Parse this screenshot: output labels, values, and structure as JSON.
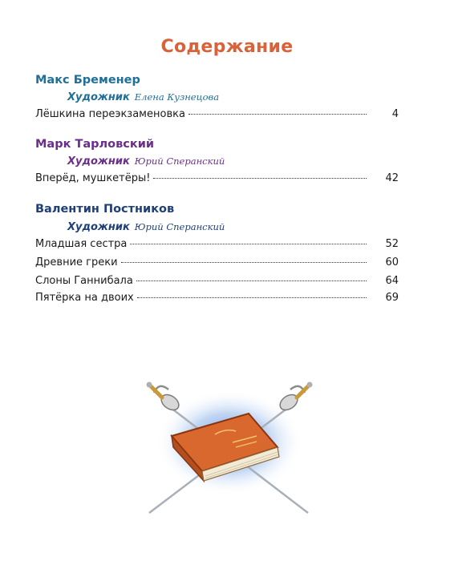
{
  "title": "Содержание",
  "colors": {
    "title": "#d9623a",
    "section1": "#1e6f9a",
    "section2": "#6a2f8a",
    "section3": "#1f3f7a"
  },
  "sections": [
    {
      "author": "Макс Бременер",
      "artist_label": "Художник",
      "artist_name": "Елена Кузнецова",
      "entries": [
        {
          "title": "Лёшкина переэкзаменовка",
          "page": "4"
        }
      ]
    },
    {
      "author": "Марк Тарловский",
      "artist_label": "Художник",
      "artist_name": "Юрий Сперанский",
      "entries": [
        {
          "title": "Вперёд, мушкетёры!",
          "page": "42"
        }
      ]
    },
    {
      "author": "Валентин Постников",
      "artist_label": "Художник",
      "artist_name": "Юрий Сперанский",
      "entries": [
        {
          "title": "Младшая сестра",
          "page": "52"
        },
        {
          "title": "Древние греки",
          "page": "60"
        },
        {
          "title": "Слоны Ганнибала",
          "page": "64"
        },
        {
          "title": "Пятёрка на двоих",
          "page": "69"
        }
      ]
    }
  ],
  "illustration": {
    "icon": "crossed-swords-book-icon"
  }
}
